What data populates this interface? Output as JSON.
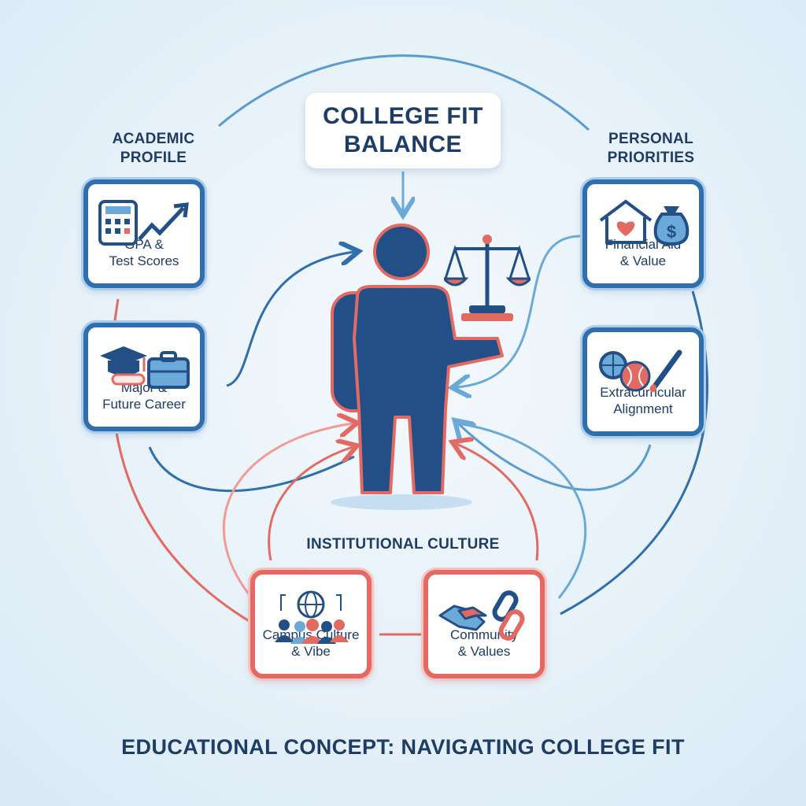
{
  "title": {
    "line1": "COLLEGE FIT",
    "line2": "BALANCE"
  },
  "groups": {
    "academic": {
      "line1": "ACADEMIC",
      "line2": "PROFILE"
    },
    "personal": {
      "line1": "PERSONAL",
      "line2": "PRIORITIES"
    },
    "institutional": "INSTITUTIONAL CULTURE"
  },
  "cards": {
    "gpa": {
      "label": "GPA &\nTest Scores",
      "icon": "calculator-growth-icon"
    },
    "major": {
      "label": "Major &\nFuture Career",
      "icon": "graduation-briefcase-icon"
    },
    "financial": {
      "label": "Financial Aid\n& Value",
      "icon": "house-money-icon"
    },
    "extracurricular": {
      "label": "Extracurricular\nAlignment",
      "icon": "sports-art-icon"
    },
    "campus": {
      "label": "Campus Culture\n& Vibe",
      "icon": "globe-people-icon"
    },
    "community": {
      "label": "Community\n& Values",
      "icon": "handshake-link-icon"
    }
  },
  "center": {
    "figure": "student-icon",
    "scale": "balance-scale-icon"
  },
  "footer": "EDUCATIONAL CONCEPT: NAVIGATING COLLEGE FIT",
  "colors": {
    "navy": "#1d3c66",
    "blue": "#2f6fae",
    "light_blue": "#6aa9d8",
    "coral": "#e36a63",
    "figure": "#224f86"
  }
}
